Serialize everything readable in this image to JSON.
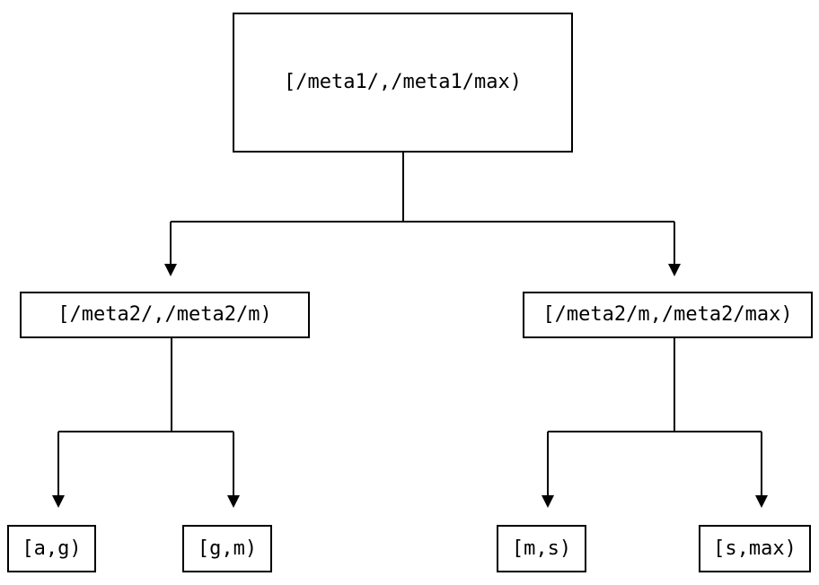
{
  "diagram": {
    "kind": "binary-interval-tree",
    "colors": {
      "background": "#ffffff",
      "line": "#000000",
      "box_border": "#000000",
      "text": "#000000"
    },
    "nodes": {
      "root": {
        "label": "[/meta1/,/meta1/max)"
      },
      "left_child": {
        "label": "[/meta2/,/meta2/m)"
      },
      "right_child": {
        "label": "[/meta2/m,/meta2/max)"
      },
      "leaf_ag": {
        "label": "[a,g)"
      },
      "leaf_gm": {
        "label": "[g,m)"
      },
      "leaf_ms": {
        "label": "[m,s)"
      },
      "leaf_smax": {
        "label": "[s,max)"
      }
    },
    "edges": [
      {
        "from": "root",
        "to": "left_child"
      },
      {
        "from": "root",
        "to": "right_child"
      },
      {
        "from": "left_child",
        "to": "leaf_ag"
      },
      {
        "from": "left_child",
        "to": "leaf_gm"
      },
      {
        "from": "right_child",
        "to": "leaf_ms"
      },
      {
        "from": "right_child",
        "to": "leaf_smax"
      }
    ]
  }
}
